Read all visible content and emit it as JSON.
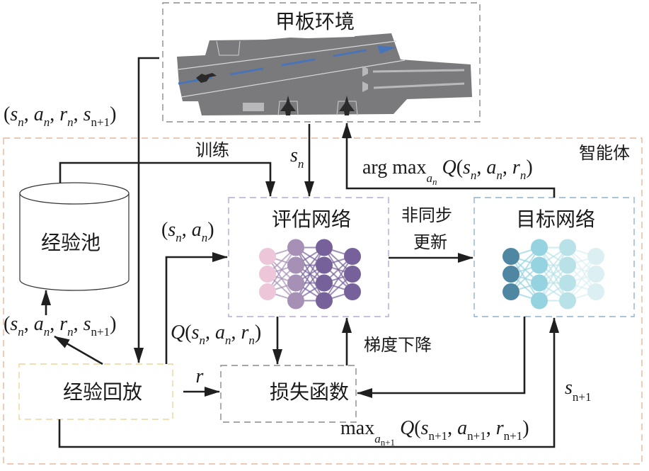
{
  "boxes": {
    "environment": {
      "label": "甲板环境",
      "border_color": "#8a8a96"
    },
    "agent": {
      "label": "智能体",
      "border_color": "#e6b79c"
    },
    "replay_pool": {
      "label": "经验池"
    },
    "eval_net": {
      "label": "评估网络",
      "border_color": "#b7a8cf"
    },
    "target_net": {
      "label": "目标网络",
      "border_color": "#8fb2cc"
    },
    "experience_replay": {
      "label": "经验回放",
      "border_color": "#f0d49c"
    },
    "loss": {
      "label": "损失函数",
      "border_color": "#8a8a8a"
    }
  },
  "labels": {
    "train": "训练",
    "async_update_1": "非同步",
    "async_update_2": "更新",
    "gradient_descent": "梯度下降",
    "transition_top": {
      "open": "(",
      "s": "s",
      "sub_n": "n",
      "a": "a",
      "r": "r",
      "sub_n1": "n+1",
      "close": ")"
    },
    "transition_bottom": {
      "open": "(",
      "s": "s",
      "sub_n": "n",
      "a": "a",
      "r": "r",
      "sub_n1": "n+1",
      "close": ")"
    },
    "sn": {
      "s": "s",
      "sub": "n"
    },
    "sa": {
      "open": "(",
      "s": "s",
      "sub": "n",
      "a": "a",
      "close": ")"
    },
    "argmax": {
      "prefix": "arg max",
      "sub_a": "a",
      "sub_n": "n",
      "q": "Q",
      "open": "(",
      "s": "s",
      "a": "a",
      "r": "r",
      "sub": "n",
      "close": ")"
    },
    "q_eval": {
      "q": "Q",
      "open": "(",
      "s": "s",
      "a": "a",
      "r": "r",
      "sub": "n",
      "close": ")"
    },
    "reward": "r",
    "sn1": {
      "s": "s",
      "sub": "n+1"
    },
    "max_target": {
      "prefix": "max",
      "sub_a": "a",
      "sub_n1": "n+1",
      "q": "Q",
      "open": "(",
      "s": "s",
      "a": "a",
      "r": "r",
      "sub": "n+1",
      "close": ")"
    }
  },
  "colors": {
    "deck": "#7a7a7c",
    "deck_light": "#b8b8ba",
    "runway_arrow": "#4a74b8",
    "jet": "#2a2a2a",
    "eval_layers": [
      "#eec6da",
      "#a690b5",
      "#76619a",
      "#76619a"
    ],
    "target_layers": [
      "#4f87a3",
      "#96d3e0",
      "#b9e2e8",
      "#dceff2"
    ]
  }
}
